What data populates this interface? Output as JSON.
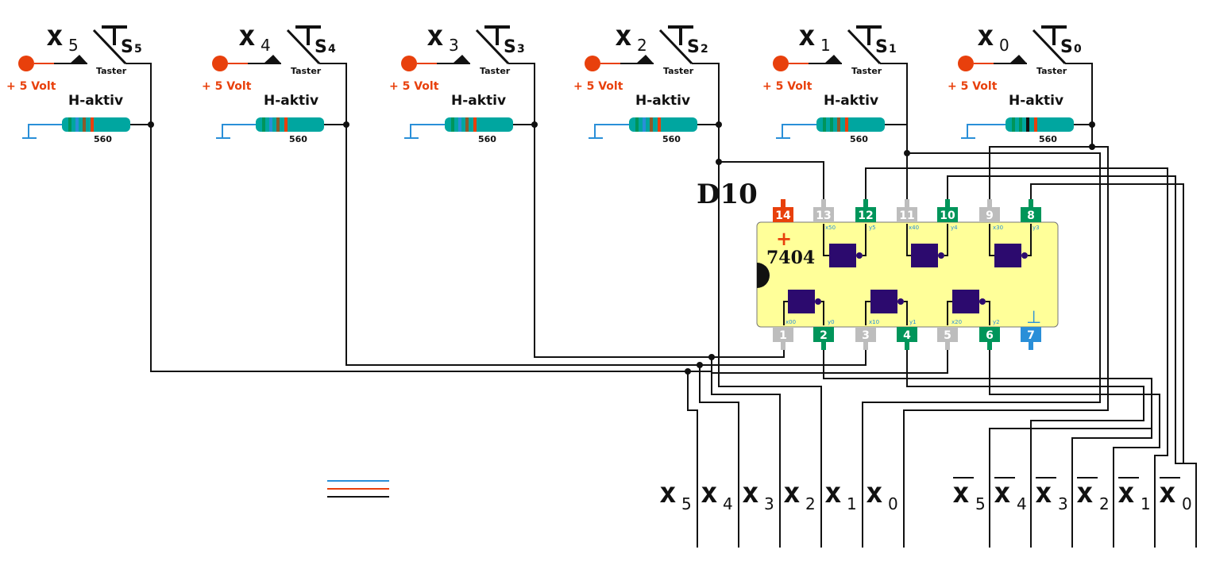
{
  "colors": {
    "wire": "#111111",
    "power": "#e8400c",
    "ground": "#2a8fd8",
    "resistor_body": "#00a6a0",
    "ic_body": "#ffff99",
    "gate": "#2c0a6e",
    "pin_gray": "#bdbdbd",
    "pin_green": "#00955a",
    "pin_red": "#e8400c",
    "pin_blue": "#2a8fd8"
  },
  "inputs": [
    {
      "name": "x",
      "sub": "5",
      "switch": "S",
      "switch_sub": "5",
      "taster": "Taster",
      "volt": "+ 5 Volt",
      "haktiv": "H-aktiv",
      "resistor": "560",
      "band": "#2a8fd8"
    },
    {
      "name": "x",
      "sub": "4",
      "switch": "S",
      "switch_sub": "4",
      "taster": "Taster",
      "volt": "+ 5 Volt",
      "haktiv": "H-aktiv",
      "resistor": "560",
      "band": "#2a8fd8"
    },
    {
      "name": "x",
      "sub": "3",
      "switch": "S",
      "switch_sub": "3",
      "taster": "Taster",
      "volt": "+ 5 Volt",
      "haktiv": "H-aktiv",
      "resistor": "560",
      "band": "#2a8fd8"
    },
    {
      "name": "x",
      "sub": "2",
      "switch": "S",
      "switch_sub": "2",
      "taster": "Taster",
      "volt": "+ 5 Volt",
      "haktiv": "H-aktiv",
      "resistor": "560",
      "band": "#2a8fd8"
    },
    {
      "name": "x",
      "sub": "1",
      "switch": "S",
      "switch_sub": "1",
      "taster": "Taster",
      "volt": "+ 5 Volt",
      "haktiv": "H-aktiv",
      "resistor": "560",
      "band": "#00955a"
    },
    {
      "name": "x",
      "sub": "0",
      "switch": "S",
      "switch_sub": "0",
      "taster": "Taster",
      "volt": "+ 5 Volt",
      "haktiv": "H-aktiv",
      "resistor": "560",
      "band": "#111111"
    }
  ],
  "ic": {
    "name": "D10",
    "type": "7404",
    "plus": "+",
    "ground_symbol": "⊥",
    "top_pins": [
      {
        "num": "14",
        "kind": "power",
        "label": ""
      },
      {
        "num": "13",
        "kind": "input",
        "label": "x50"
      },
      {
        "num": "12",
        "kind": "output",
        "label": "y5"
      },
      {
        "num": "11",
        "kind": "input",
        "label": "x40"
      },
      {
        "num": "10",
        "kind": "output",
        "label": "y4"
      },
      {
        "num": "9",
        "kind": "input",
        "label": "x30"
      },
      {
        "num": "8",
        "kind": "output",
        "label": "y3"
      }
    ],
    "bottom_pins": [
      {
        "num": "1",
        "kind": "input",
        "label": "x00"
      },
      {
        "num": "2",
        "kind": "output",
        "label": "y0"
      },
      {
        "num": "3",
        "kind": "input",
        "label": "x10"
      },
      {
        "num": "4",
        "kind": "output",
        "label": "y1"
      },
      {
        "num": "5",
        "kind": "input",
        "label": "x20"
      },
      {
        "num": "6",
        "kind": "output",
        "label": "y2"
      },
      {
        "num": "7",
        "kind": "ground",
        "label": ""
      }
    ]
  },
  "outputs": [
    {
      "name": "x",
      "sub": "5",
      "inverted": false
    },
    {
      "name": "x",
      "sub": "4",
      "inverted": false
    },
    {
      "name": "x",
      "sub": "3",
      "inverted": false
    },
    {
      "name": "x",
      "sub": "2",
      "inverted": false
    },
    {
      "name": "x",
      "sub": "1",
      "inverted": false
    },
    {
      "name": "x",
      "sub": "0",
      "inverted": false
    },
    {
      "name": "x",
      "sub": "5",
      "inverted": true
    },
    {
      "name": "x",
      "sub": "4",
      "inverted": true
    },
    {
      "name": "x",
      "sub": "3",
      "inverted": true
    },
    {
      "name": "x",
      "sub": "2",
      "inverted": true
    },
    {
      "name": "x",
      "sub": "1",
      "inverted": true
    },
    {
      "name": "x",
      "sub": "0",
      "inverted": true
    }
  ],
  "legend_lines": [
    "#2a8fd8",
    "#e8400c",
    "#111111"
  ]
}
